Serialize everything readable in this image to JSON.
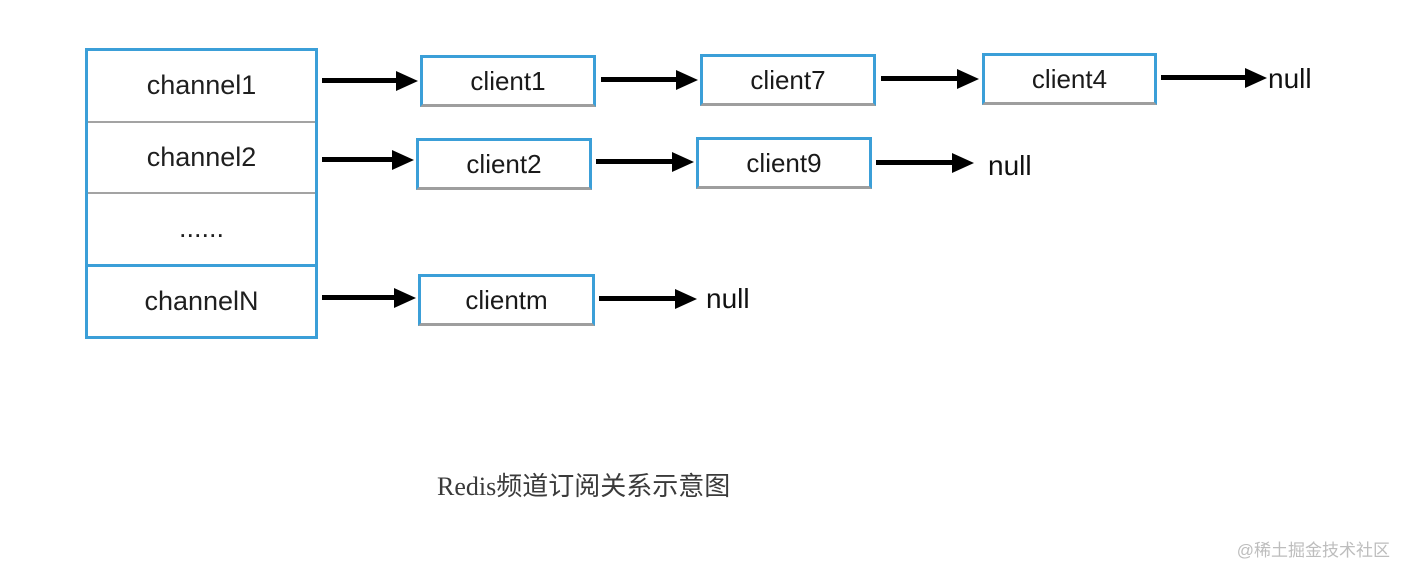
{
  "title": "Redis频道订阅关系示意图",
  "watermark": "@稀土掘金技术社区",
  "channels": [
    "channel1",
    "channel2",
    "......",
    "channelN"
  ],
  "subscriptions": [
    {
      "channel": "channel1",
      "clients": [
        "client1",
        "client7",
        "client4"
      ],
      "terminator": "null"
    },
    {
      "channel": "channel2",
      "clients": [
        "client2",
        "client9"
      ],
      "terminator": "null"
    },
    {
      "channel": "channelN",
      "clients": [
        "clientm"
      ],
      "terminator": "null"
    }
  ],
  "colors": {
    "box_border": "#3b9fd8",
    "arrow": "#000000",
    "divider_gray": "#a3a3a3",
    "box_shadow_gray": "#9e9e9e",
    "caption_text": "#3a3a3a",
    "watermark_text": "#bdbdbd"
  }
}
